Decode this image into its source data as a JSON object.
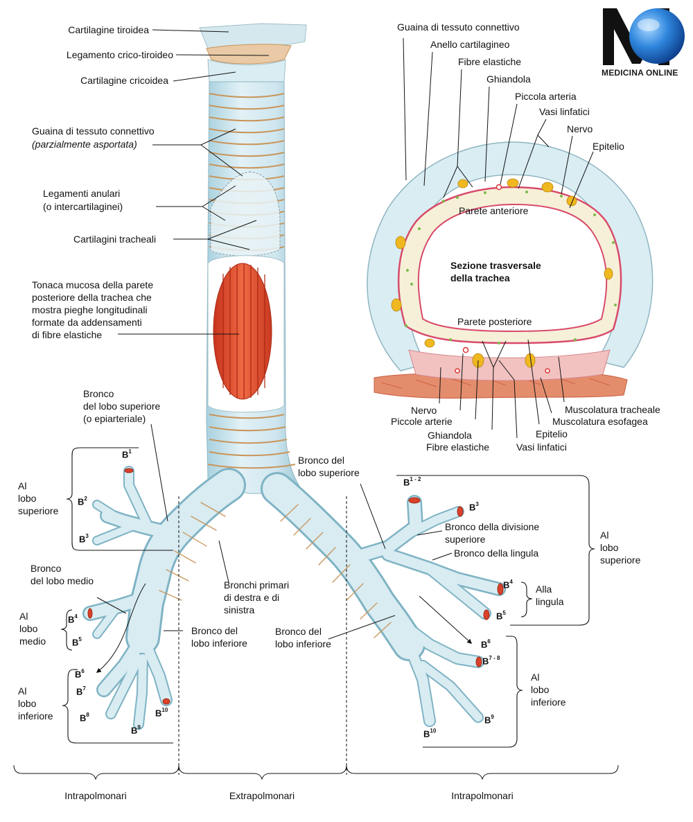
{
  "logo": {
    "text": "MEDICINA ONLINE",
    "brand_color": "#1565c8"
  },
  "colors": {
    "airway": "#cfe6ef",
    "airway_shade": "#8fbfd0",
    "cartilage_line": "#c9955a",
    "mucosa": "#e0452a",
    "muscle": "#e28c73",
    "epithelium": "#d84a6a",
    "gland": "#f0b820"
  },
  "trachea_labels": {
    "thyroid": "Cartilagine tiroidea",
    "cricothyroid": "Legamento crico-tiroideo",
    "cricoid": "Cartilagine cricoidea",
    "sheath": "Guaina di tessuto connettivo",
    "sheath_note": "(parzialmente asportata)",
    "annular_1": "Legamenti anulari",
    "annular_2": "(o intercartilaginei)",
    "tracheal_cart": "Cartilagini tracheali",
    "mucosa_1": "Tonaca mucosa della parete",
    "mucosa_2": "posteriore della trachea che",
    "mucosa_3": "mostra pieghe longitudinali",
    "mucosa_4": "formate da addensamenti",
    "mucosa_5": "di fibre elastiche"
  },
  "section": {
    "sheath": "Guaina di tessuto connettivo",
    "ring": "Anello cartilagineo",
    "elastic": "Fibre elastiche",
    "gland": "Ghiandola",
    "artery": "Piccola arteria",
    "lymph": "Vasi linfatici",
    "nerve": "Nervo",
    "epithelium": "Epitelio",
    "anterior": "Parete anteriore",
    "title_1": "Sezione trasversale",
    "title_2": "della trachea",
    "posterior": "Parete posteriore",
    "b_nerve": "Nervo",
    "b_arteries": "Piccole arterie",
    "b_gland": "Ghiandola",
    "b_elastic": "Fibre elastiche",
    "b_lymph": "Vasi linfatici",
    "b_epithelium": "Epitelio",
    "b_esoph": "Muscolatura esofagea",
    "b_tracheal": "Muscolatura tracheale"
  },
  "left_bronchi": {
    "upper_1": "Bronco",
    "upper_2": "del lobo superiore",
    "upper_3": "(o epiarteriale)",
    "lobe_sup_1": "Al",
    "lobe_sup_2": "lobo",
    "lobe_sup_3": "superiore",
    "middle_1": "Bronco",
    "middle_2": "del lobo medio",
    "lobe_mid_1": "Al",
    "lobe_mid_2": "lobo",
    "lobe_mid_3": "medio",
    "lobe_inf_1": "Al",
    "lobe_inf_2": "lobo",
    "lobe_inf_3": "inferiore",
    "lower_1": "Bronco del",
    "lower_2": "lobo inferiore",
    "primary_1": "Bronchi primari",
    "primary_2": "di destra e di",
    "primary_3": "sinistra"
  },
  "right_bronchi": {
    "upper_1": "Bronco del",
    "upper_2": "lobo superiore",
    "div_sup_1": "Bronco della divisione",
    "div_sup_2": "superiore",
    "lingula": "Bronco della lingula",
    "lobe_sup_1": "Al",
    "lobe_sup_2": "lobo",
    "lobe_sup_3": "superiore",
    "to_lingula_1": "Alla",
    "to_lingula_2": "lingula",
    "lower_1": "Bronco del",
    "lower_2": "lobo inferiore",
    "lobe_inf_1": "Al",
    "lobe_inf_2": "lobo",
    "lobe_inf_3": "inferiore"
  },
  "segments": {
    "l_b1": "1",
    "l_b2": "2",
    "l_b3": "3",
    "l_b4": "4",
    "l_b5": "5",
    "l_b6": "6",
    "l_b7": "7",
    "l_b8": "8",
    "l_b9": "9",
    "l_b10": "10",
    "r_b12": "1 - 2",
    "r_b3": "3",
    "r_b4": "4",
    "r_b5": "5",
    "r_b6": "6",
    "r_b78": "7 - 8",
    "r_b9": "9",
    "r_b10": "10"
  },
  "regions": {
    "left": "Intrapolmonari",
    "center": "Extrapolmonari",
    "right": "Intrapolmonari"
  }
}
